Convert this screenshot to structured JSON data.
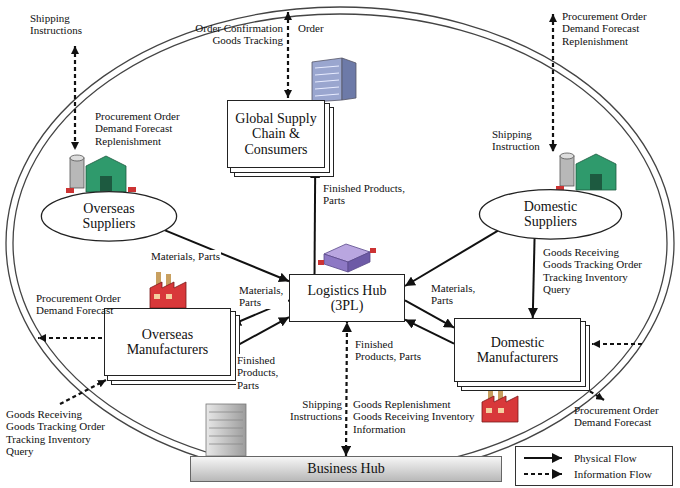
{
  "diagram": {
    "nodes": [
      {
        "text": [
          "Global Supply Chain & Consumers"
        ]
      },
      {
        "text": [
          "Overseas Suppliers"
        ]
      },
      {
        "text": [
          "Domestic Suppliers"
        ]
      },
      {
        "text": [
          "Logistics Hub (3PL)"
        ]
      },
      {
        "text": [
          "Overseas Manufacturers"
        ]
      },
      {
        "text": [
          "Domestic Manufacturers"
        ]
      },
      {
        "text": [
          "Business Hub"
        ]
      }
    ],
    "edges": [
      {
        "from": 1,
        "to": 3,
        "arrow": "to",
        "label": "Materials, Parts"
      },
      {
        "from": 2,
        "to": 3,
        "arrow": "to",
        "label": "Materials, Parts"
      },
      {
        "from": 3,
        "to": 0,
        "arrow": "to",
        "label": "Finished Products, Parts"
      },
      {
        "from": 3,
        "to": 4,
        "arrow": "to",
        "label": "Materials, Parts"
      },
      {
        "from": 4,
        "to": 3,
        "arrow": "to",
        "label": "Finished Products, Parts"
      },
      {
        "from": 3,
        "to": 5,
        "arrow": "to"
      },
      {
        "from": 5,
        "to": 3,
        "arrow": "to",
        "label": "Finished Products, Parts"
      },
      {
        "from": 2,
        "to": 5,
        "arrow": "to"
      },
      {
        "from": 6,
        "to": 3,
        "arrow": "both"
      }
    ],
    "labels": [
      "Order Confirmation Goods Tracking",
      "Order",
      "Shipping Instructions",
      "Procurement Order Demand Forecast Replenishment",
      "Procurement Order Demand Forecast Replenishment",
      "Shipping Instruction",
      "Goods Receiving Goods Tracking Order Tracking Inventory Query",
      "Procurement Order Demand Forecast",
      "Procurement Order Demand Forecast",
      "Goods Receiving Goods Tracking Order Tracking Inventory Query",
      "Shipping Instructions",
      "Goods Replenishment Goods Receiving Inventory Information"
    ],
    "legend": [
      {
        "text": "Physical Flow"
      },
      {
        "text": "Information Flow"
      }
    ]
  }
}
